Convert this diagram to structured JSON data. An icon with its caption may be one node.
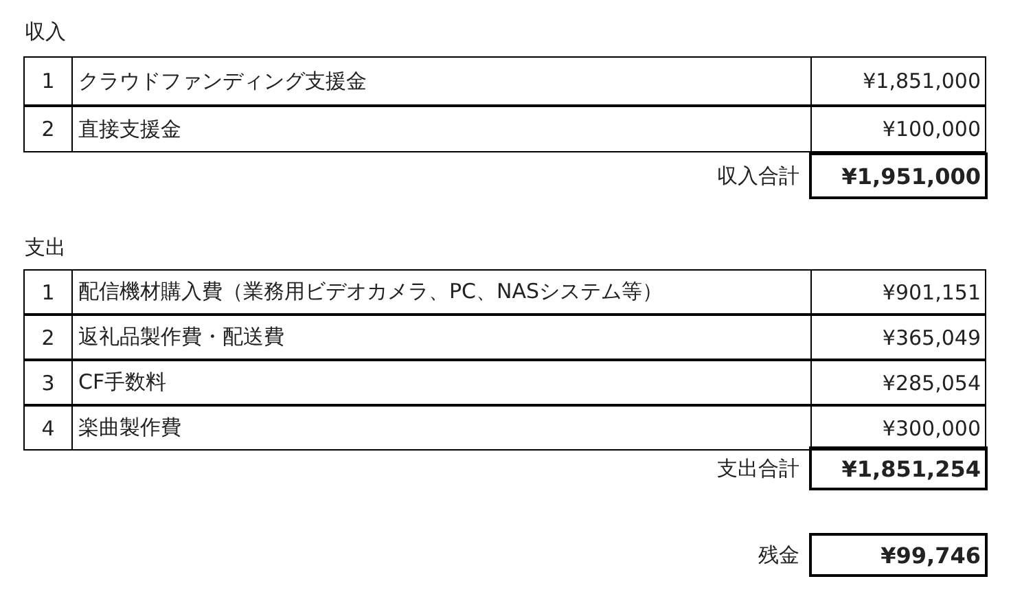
{
  "diagram": {
    "labels": [
      "収入",
      "1",
      "クラウドファンディング支援金",
      "¥1,851,000",
      "2",
      "直接支援金",
      "¥100,000",
      "収入合計",
      "¥1,951,000",
      "支出",
      "1",
      "配信機材購入費（業務用ビデオカメラ、PC、NASシステム等）",
      "¥901,151",
      "2",
      "返礼品製作費・配送費",
      "¥365,049",
      "3",
      "CF手数料",
      "¥285,054",
      "4",
      "楽曲製作費",
      "¥300,000",
      "支出合計",
      "¥1,851,254",
      "残金",
      "¥99,746"
    ]
  }
}
